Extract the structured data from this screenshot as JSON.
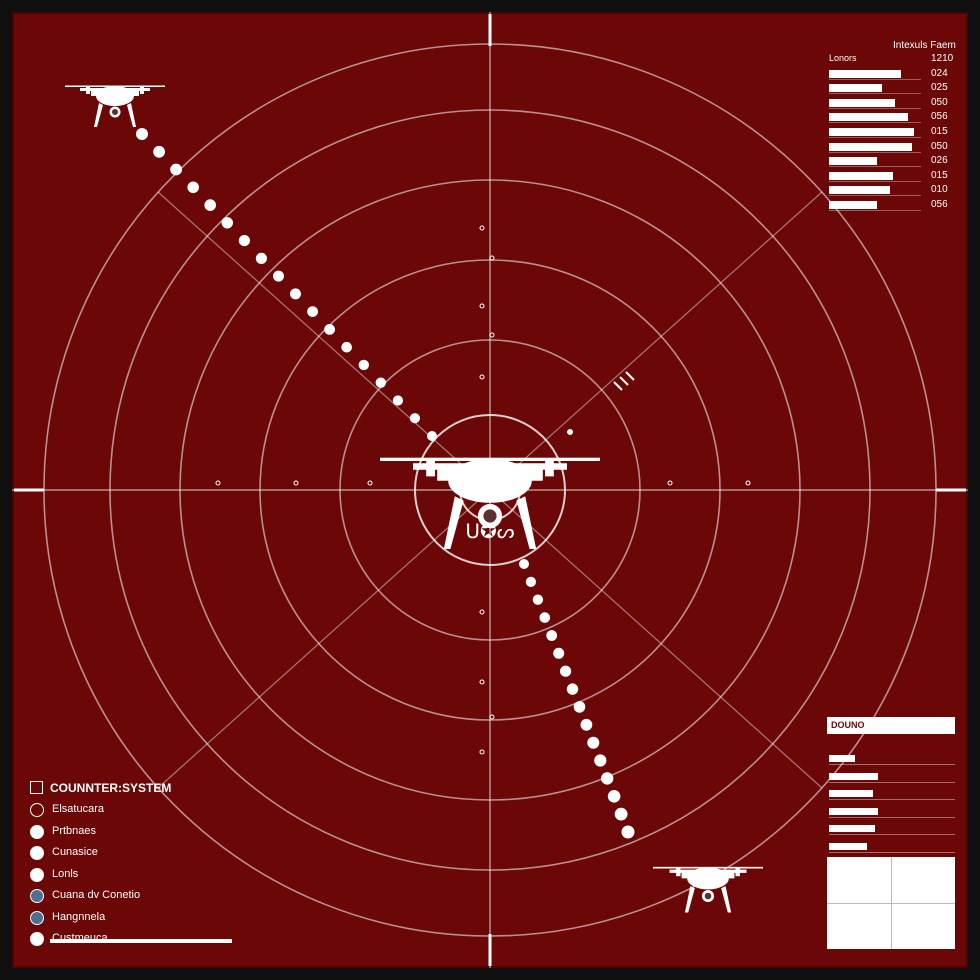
{
  "radar": {
    "rings": 7,
    "accent_color": "#ffffff",
    "background_color": "#6b0707"
  },
  "stats": {
    "title": "Intexuls Faem",
    "label": "Lonors",
    "values": [
      "1210",
      "024",
      "025",
      "050",
      "056",
      "015",
      "050",
      "026",
      "015",
      "010",
      "056"
    ],
    "fill": [
      0.78,
      0.58,
      0.72,
      0.86,
      0.92,
      0.9,
      0.52,
      0.7,
      0.66,
      0.52
    ]
  },
  "status_panel": {
    "header": "DOUNO",
    "fill": [
      0.2,
      0.38,
      0.34,
      0.38,
      0.36,
      0.3
    ]
  },
  "legend": {
    "title": "COUNNTER:SYSTEM",
    "items": [
      {
        "label": "Elsatucara",
        "style": "ring"
      },
      {
        "label": "Prtbnaes",
        "style": "fill"
      },
      {
        "label": "Cunasice",
        "style": "fill"
      },
      {
        "label": "Lonls",
        "style": "fill"
      },
      {
        "label": "Cuana dv Conetio",
        "style": "blue"
      },
      {
        "label": "Hangnnela",
        "style": "blue"
      },
      {
        "label": "Custmeuca",
        "style": "fill"
      }
    ]
  },
  "center_marker": "ᑌ✪ᔕ",
  "drones": [
    {
      "id": "drone-top-left",
      "icon": "quadcopter-drone-icon"
    },
    {
      "id": "drone-center",
      "icon": "quadcopter-drone-icon"
    },
    {
      "id": "drone-bottom-right",
      "icon": "quadcopter-drone-icon"
    }
  ]
}
